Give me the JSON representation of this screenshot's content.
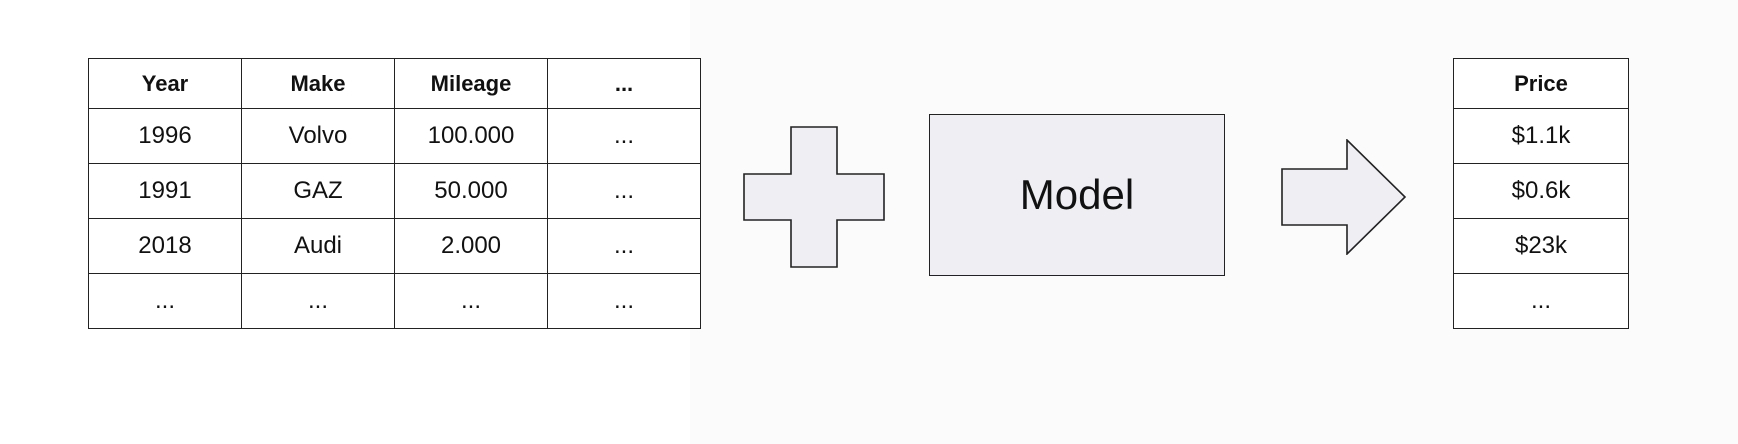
{
  "features_table": {
    "headers": [
      "Year",
      "Make",
      "Mileage",
      "..."
    ],
    "rows": [
      [
        "1996",
        "Volvo",
        "100.000",
        "..."
      ],
      [
        "1991",
        "GAZ",
        "50.000",
        "..."
      ],
      [
        "2018",
        "Audi",
        "2.000",
        "..."
      ],
      [
        "...",
        "...",
        "...",
        "..."
      ]
    ]
  },
  "model": {
    "label": "Model"
  },
  "price_table": {
    "header": "Price",
    "rows": [
      "$1.1k",
      "$0.6k",
      "$23k",
      "..."
    ]
  },
  "icons": {
    "plus": "plus-icon",
    "arrow": "right-arrow-icon"
  },
  "colors": {
    "shape_fill": "#efeff3",
    "stroke": "#222222"
  }
}
